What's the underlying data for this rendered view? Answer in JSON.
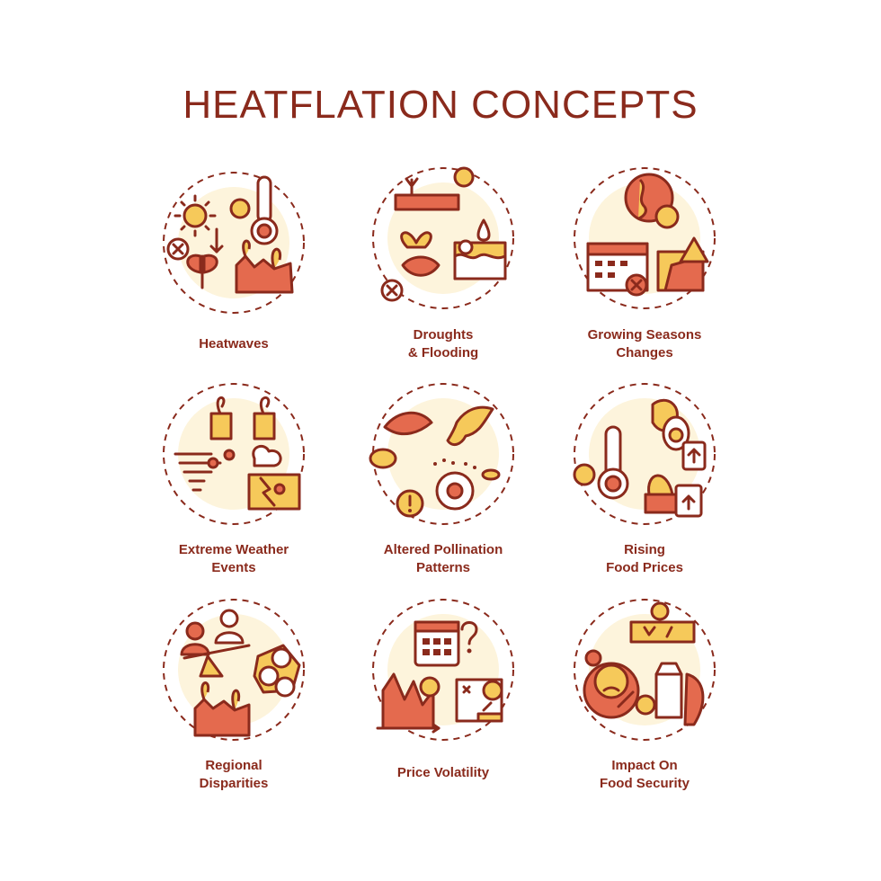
{
  "title": "HEATFLATION CONCEPTS",
  "colors": {
    "primary": "#8a2a1c",
    "accent_yellow": "#f6c95a",
    "accent_orange": "#e46a4e",
    "pale": "#fdf4dc"
  },
  "concepts": [
    {
      "icon": "heatwaves-icon",
      "lines": [
        "Heatwaves"
      ]
    },
    {
      "icon": "droughts-flooding-icon",
      "lines": [
        "Droughts",
        "& Flooding"
      ]
    },
    {
      "icon": "growing-seasons-icon",
      "lines": [
        "Growing Seasons",
        "Changes"
      ]
    },
    {
      "icon": "extreme-weather-icon",
      "lines": [
        "Extreme Weather",
        "Events"
      ]
    },
    {
      "icon": "pollination-icon",
      "lines": [
        "Altered Pollination",
        "Patterns"
      ]
    },
    {
      "icon": "food-prices-icon",
      "lines": [
        "Rising",
        "Food Prices"
      ]
    },
    {
      "icon": "regional-disparities-icon",
      "lines": [
        "Regional",
        "Disparities"
      ]
    },
    {
      "icon": "price-volatility-icon",
      "lines": [
        "Price Volatility"
      ]
    },
    {
      "icon": "food-security-icon",
      "lines": [
        "Impact On",
        "Food Security"
      ]
    }
  ]
}
